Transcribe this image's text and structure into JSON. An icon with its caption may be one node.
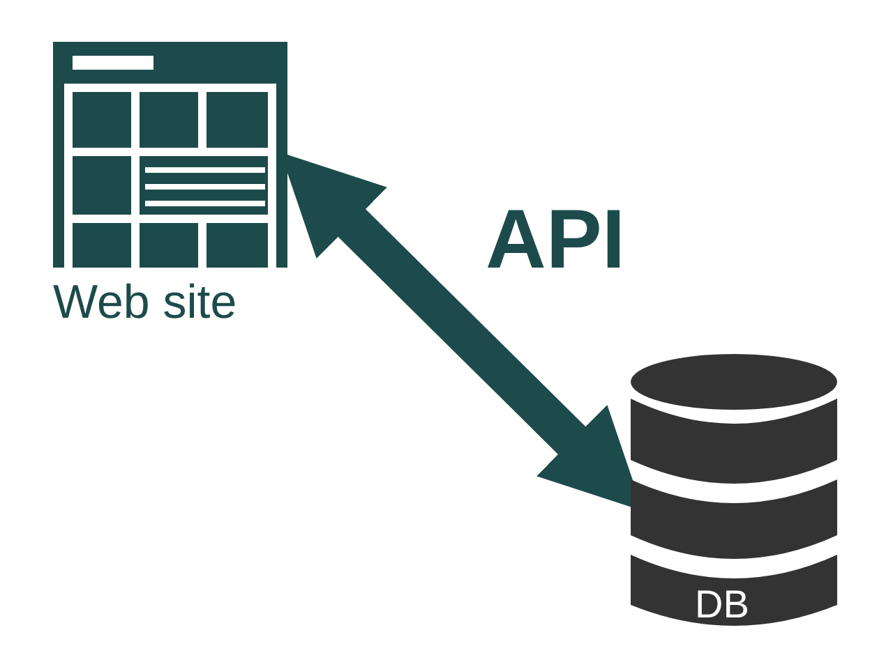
{
  "diagram": {
    "nodes": [
      {
        "text": [
          "Web site"
        ]
      },
      {
        "text": [
          "DB"
        ]
      }
    ],
    "edges": [
      {
        "from": 0,
        "to": 1,
        "arrow": "both",
        "label": "API"
      }
    ]
  }
}
